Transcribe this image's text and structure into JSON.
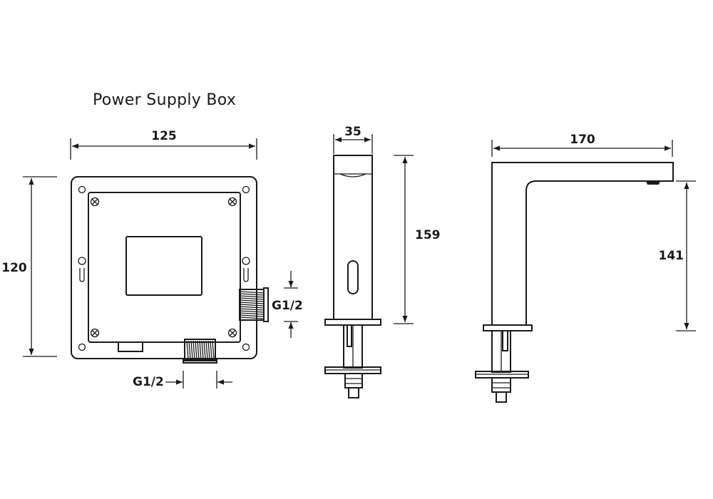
{
  "title": "Power Supply Box",
  "dimensions": {
    "box_width": "125",
    "box_height": "120",
    "thread_side": "G1/2",
    "thread_bottom": "G1/2",
    "spout_width": "35",
    "spout_height": "159",
    "tap_reach": "170",
    "tap_height": "141"
  },
  "colors": {
    "line": "#1a1a1a",
    "background": "#ffffff"
  }
}
